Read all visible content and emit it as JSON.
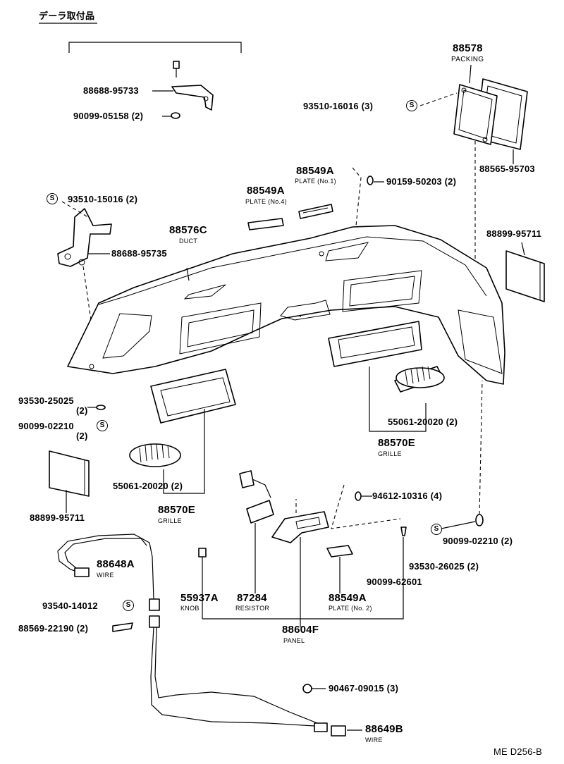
{
  "header": {
    "title": "デーラ取付品",
    "code": "ME  D256-B"
  },
  "symbol": "S",
  "parts": [
    {
      "id": "p1",
      "num": "88688-95733",
      "qty": ""
    },
    {
      "id": "p2",
      "num": "90099-05158",
      "qty": "(2)"
    },
    {
      "id": "p3",
      "num": "88578",
      "name": "PACKING"
    },
    {
      "id": "p4",
      "num": "93510-16016",
      "qty": "(3)"
    },
    {
      "id": "p5",
      "num": "88565-95703",
      "qty": ""
    },
    {
      "id": "p6",
      "num": "88549A",
      "name": "PLATE (No.1)"
    },
    {
      "id": "p7",
      "num": "90159-50203",
      "qty": "(2)"
    },
    {
      "id": "p8",
      "num": "88549A",
      "name": "PLATE (No.4)"
    },
    {
      "id": "p9",
      "num": "93510-15016",
      "qty": "(2)"
    },
    {
      "id": "p10",
      "num": "88576C",
      "name": "DUCT"
    },
    {
      "id": "p11",
      "num": "88688-95735",
      "qty": ""
    },
    {
      "id": "p12",
      "num": "88899-95711",
      "qty": ""
    },
    {
      "id": "p13",
      "num": "93530-25025",
      "qty": "(2)"
    },
    {
      "id": "p14",
      "num": "90099-02210",
      "qty": "(2)"
    },
    {
      "id": "p15",
      "num": "55061-20020",
      "qty": "(2)"
    },
    {
      "id": "p16",
      "num": "88570E",
      "name": "GRILLE"
    },
    {
      "id": "p17",
      "num": "55061-20020",
      "qty": "(2)"
    },
    {
      "id": "p18",
      "num": "88570E",
      "name": "GRILLE"
    },
    {
      "id": "p19",
      "num": "88899-95711",
      "qty": ""
    },
    {
      "id": "p20",
      "num": "94612-10316",
      "qty": "(4)"
    },
    {
      "id": "p21",
      "num": "90099-02210",
      "qty": "(2)"
    },
    {
      "id": "p22",
      "num": "88648A",
      "name": "WIRE"
    },
    {
      "id": "p23",
      "num": "93530-26025",
      "qty": "(2)"
    },
    {
      "id": "p24",
      "num": "90099-62601",
      "qty": ""
    },
    {
      "id": "p25",
      "num": "55937A",
      "name": "KNOB"
    },
    {
      "id": "p26",
      "num": "87284",
      "name": "RESISTOR"
    },
    {
      "id": "p27",
      "num": "88549A",
      "name": "PLATE (No. 2)"
    },
    {
      "id": "p28",
      "num": "93540-14012",
      "qty": ""
    },
    {
      "id": "p29",
      "num": "88569-22190",
      "qty": "(2)"
    },
    {
      "id": "p30",
      "num": "88604F",
      "name": "PANEL"
    },
    {
      "id": "p31",
      "num": "90467-09015",
      "qty": "(3)"
    },
    {
      "id": "p32",
      "num": "88649B",
      "name": "WIRE"
    }
  ]
}
